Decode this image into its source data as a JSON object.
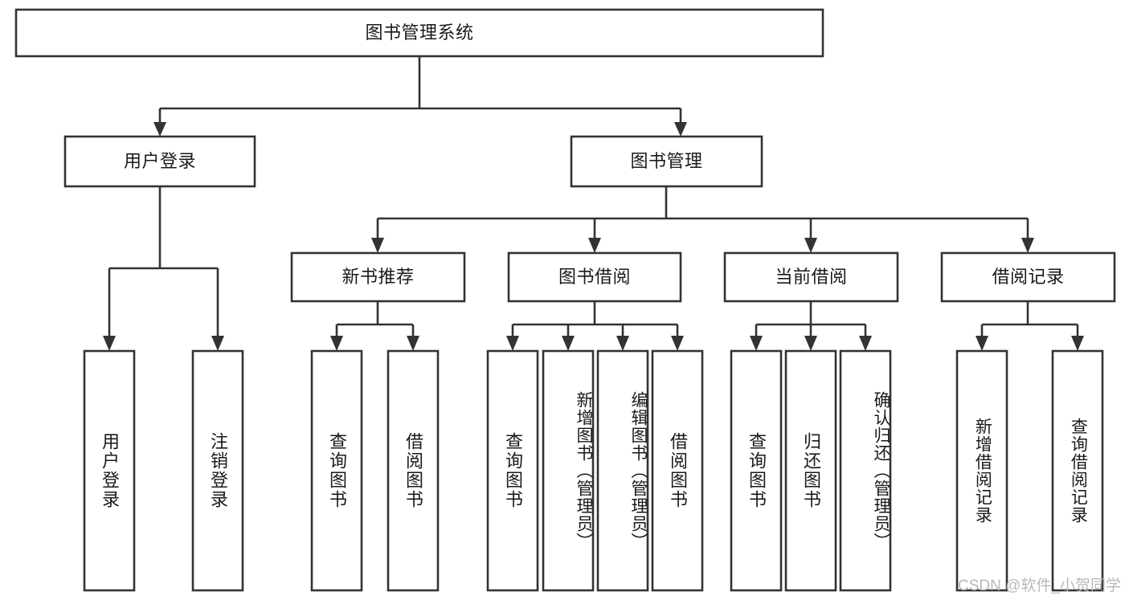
{
  "diagram": {
    "title": "图书管理系统",
    "type": "tree",
    "orientation": "top-down",
    "colors": {
      "box_fill": "#ffffff",
      "box_stroke": "#333333",
      "text": "#1a1a1a",
      "background": "#ffffff",
      "watermark": "#b9b9b9"
    },
    "root": {
      "label": "图书管理系统"
    },
    "level2": [
      {
        "label": "用户登录"
      },
      {
        "label": "图书管理"
      }
    ],
    "level3": [
      {
        "label": "新书推荐"
      },
      {
        "label": "图书借阅"
      },
      {
        "label": "当前借阅"
      },
      {
        "label": "借阅记录"
      }
    ],
    "leaves": {
      "user_login": [
        {
          "label": "用户登录"
        },
        {
          "label": "注销登录"
        }
      ],
      "new_book_recommend": [
        {
          "label": "查询图书"
        },
        {
          "label": "借阅图书"
        }
      ],
      "book_borrow": [
        {
          "label": "查询图书"
        },
        {
          "label": "新增图书（管理员）"
        },
        {
          "label": "编辑图书（管理员）"
        },
        {
          "label": "借阅图书"
        }
      ],
      "current_borrow": [
        {
          "label": "查询图书"
        },
        {
          "label": "归还图书"
        },
        {
          "label": "确认归还（管理员）"
        }
      ],
      "borrow_record": [
        {
          "label": "新增借阅记录"
        },
        {
          "label": "查询借阅记录"
        }
      ]
    },
    "watermark": "CSDN @软件_小贺同学"
  }
}
